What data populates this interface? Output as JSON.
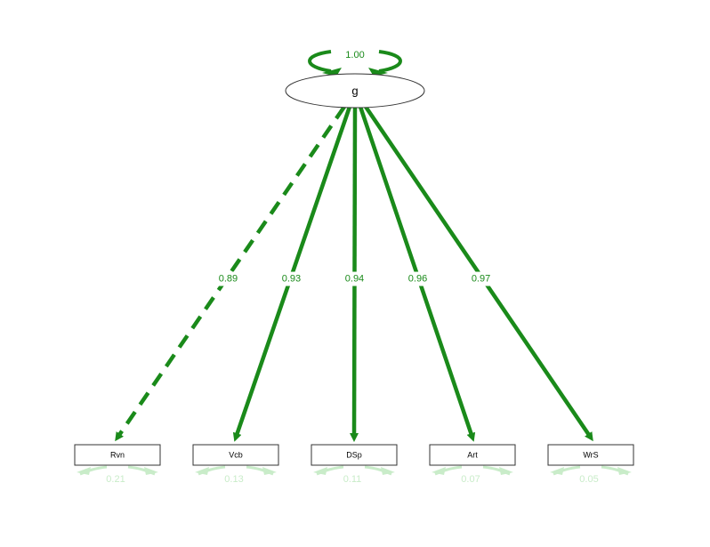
{
  "latent": {
    "label": "g",
    "variance_label": "1.00"
  },
  "indicators": [
    {
      "label": "Rvn",
      "loading": "0.89",
      "residual": "0.21",
      "dashed": true
    },
    {
      "label": "Vcb",
      "loading": "0.93",
      "residual": "0.13",
      "dashed": false
    },
    {
      "label": "DSp",
      "loading": "0.94",
      "residual": "0.11",
      "dashed": false
    },
    {
      "label": "Art",
      "loading": "0.96",
      "residual": "0.07",
      "dashed": false
    },
    {
      "label": "WrS",
      "loading": "0.97",
      "residual": "0.05",
      "dashed": false
    }
  ],
  "colors": {
    "path": "#1a8a1a",
    "residual_faint": "#c9ecc9",
    "box_border": "#333333"
  }
}
